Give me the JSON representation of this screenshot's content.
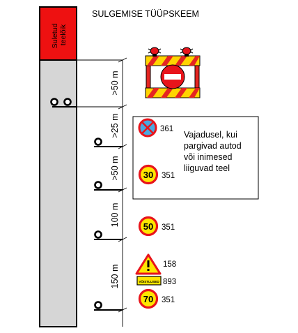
{
  "title": "SULGEMISE TÜÜPSKEEM",
  "closed_section_label": "Suletud teelõik",
  "distances": [
    "150 m",
    "100 m",
    ">50 m",
    ">25 m",
    ">50 m"
  ],
  "signs": [
    {
      "id": "361",
      "icon": "no-stopping-sign-icon"
    },
    {
      "id": "351",
      "icon": "speed-limit-sign-icon",
      "speed": "30"
    },
    {
      "id": "351",
      "icon": "speed-limit-sign-icon",
      "speed": "50"
    },
    {
      "id": "158",
      "icon": "warning-triangle-sign-icon"
    },
    {
      "id": "893",
      "icon": "supplementary-plate-icon",
      "text": "VÕISTLUSED"
    },
    {
      "id": "351",
      "icon": "speed-limit-sign-icon",
      "speed": "70"
    }
  ],
  "note": [
    "Vajadusel, kui",
    "pargivad autod",
    "või inimesed",
    "liiguvad teel"
  ],
  "colors": {
    "closed_box": "#ee1111",
    "road": "#d6d6d6",
    "sign_red": "#e8141b",
    "sign_yellow": "#ffe600",
    "barrier_stripe": "#e52521",
    "barrier_stripe_alt": "#ffd400",
    "no_stopping_blue": "#4aa8e0"
  }
}
